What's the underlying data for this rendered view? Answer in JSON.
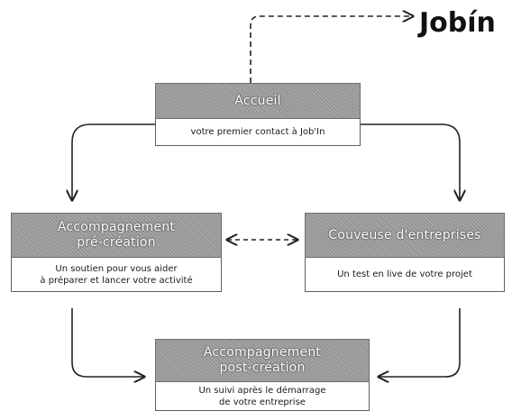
{
  "logo": "Jobín",
  "nodes": {
    "accueil": {
      "title": "Accueil",
      "desc": "votre premier contact à Job'In"
    },
    "pre": {
      "title_l1": "Accompagnement",
      "title_l2": "pré-création",
      "desc_l1": "Un soutien pour vous aider",
      "desc_l2": "à préparer et lancer votre activité"
    },
    "couveuse": {
      "title": "Couveuse d'entreprises",
      "desc": "Un test en live de votre projet"
    },
    "post": {
      "title_l1": "Accompagnement",
      "title_l2": "post-création",
      "desc_l1": "Un suivi après le démarrage",
      "desc_l2": "de votre entreprise"
    }
  },
  "colors": {
    "header_fill": "#9a9a9a",
    "border": "#5f5f5f",
    "connector": "#222222"
  }
}
